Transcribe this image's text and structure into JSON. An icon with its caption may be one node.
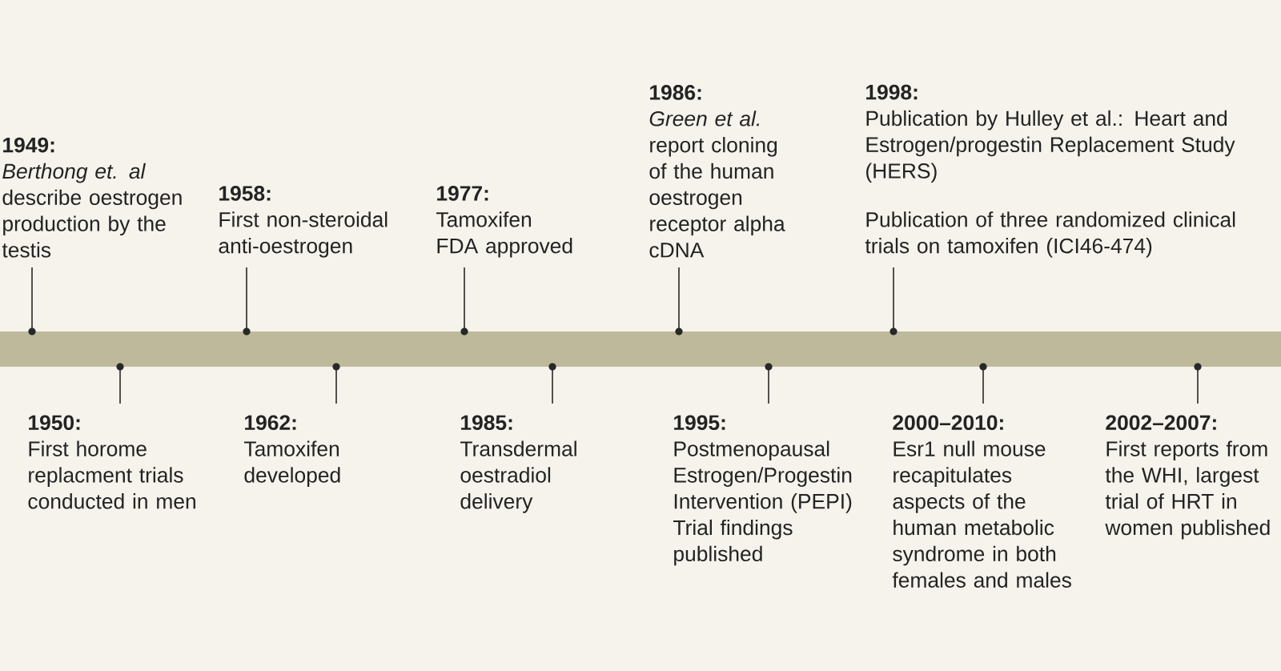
{
  "diagram": {
    "nodes": [
      {
        "text": [
          "1949:",
          "*Berthong et. al* describe oestrogen production by the testis"
        ]
      },
      {
        "text": [
          "1950:",
          "First horome replacment trials conducted in men"
        ]
      },
      {
        "text": [
          "1958:",
          "First non-steroidal anti-oestrogen"
        ]
      },
      {
        "text": [
          "1962:",
          "Tamoxifen developed"
        ]
      },
      {
        "text": [
          "1977:",
          "Tamoxifen FDA approved"
        ]
      },
      {
        "text": [
          "1985:",
          "Transdermal oestradiol delivery"
        ]
      },
      {
        "text": [
          "1986:",
          "*Green et al.* report cloning of the human oestrogen receptor alpha cDNA"
        ]
      },
      {
        "text": [
          "1995:",
          "Postmenopausal Estrogen/Progestin Intervention (PEPI) Trial findings published"
        ]
      },
      {
        "text": [
          "1998:",
          "Publication by Hulley et al.: Heart and Estrogen/progestin Replacement Study (HERS)",
          "Publication of three randomized clinical trials on tamoxifen (ICI46-474)"
        ]
      },
      {
        "text": [
          "2000–2010:",
          "Esr1 null mouse recapitulates aspects of the human metabolic syndrome in both females and males"
        ]
      },
      {
        "text": [
          "2002–2007:",
          "First reports from the WHI, largest trial of HRT in women published"
        ]
      }
    ]
  }
}
